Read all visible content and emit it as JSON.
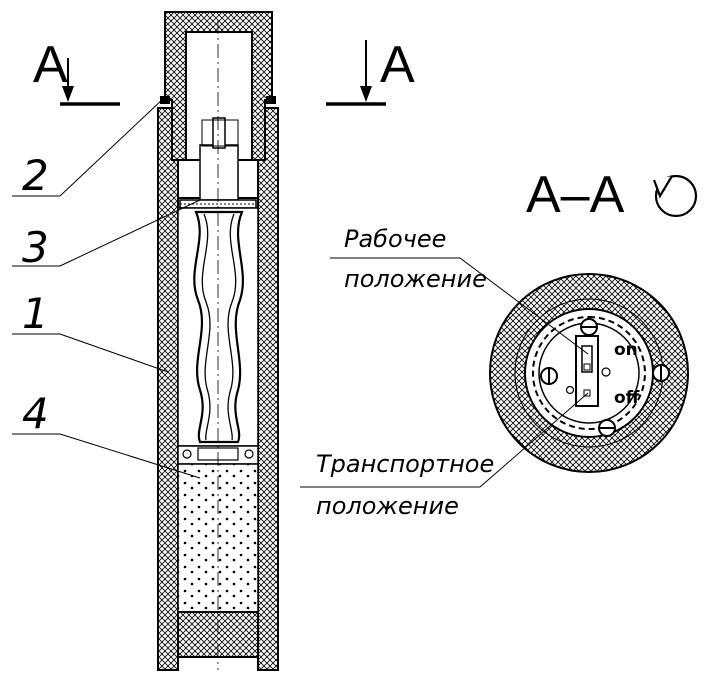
{
  "section": {
    "cut_letter_left": "А",
    "cut_letter_right": "А",
    "view_title": "А–А"
  },
  "callouts": [
    {
      "id": "part-2",
      "label": "2"
    },
    {
      "id": "part-3",
      "label": "3"
    },
    {
      "id": "part-1",
      "label": "1"
    },
    {
      "id": "part-4",
      "label": "4"
    }
  ],
  "positions": {
    "working_line1": "Рабочее",
    "working_line2": "положение",
    "transport_line1": "Транспортное",
    "transport_line2": "положение"
  },
  "switch": {
    "on_label": "on",
    "off_label": "off"
  },
  "colors": {
    "ink": "#000000",
    "paper": "#ffffff"
  }
}
